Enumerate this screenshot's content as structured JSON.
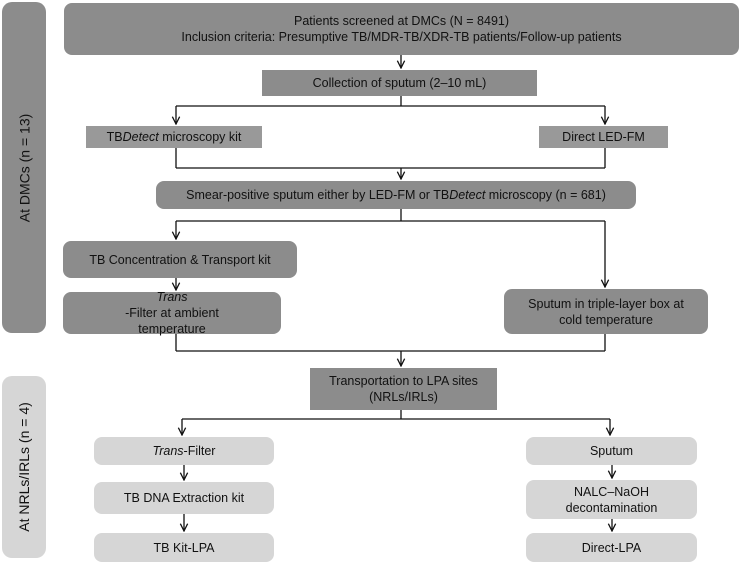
{
  "side_labels": {
    "dmcs": "At DMCs (n = 13)",
    "nrls": "At NRLs/IRLs (n = 4)"
  },
  "nodes": {
    "screened_line1": "Patients screened at DMCs (N = 8491)",
    "screened_line2": "Inclusion criteria: Presumptive TB/MDR-TB/XDR-TB patients/Follow-up patients",
    "collection": "Collection of sputum (2–10 mL)",
    "tbdetect_pre": "TB",
    "tbdetect_em": "Detect",
    "tbdetect_post": " microscopy kit",
    "led_fm": "Direct LED-FM",
    "smear_pre": "Smear-positive sputum either by LED-FM or TB",
    "smear_em": "Detect",
    "smear_post": " microscopy (n = 681)",
    "concentration": "TB Concentration & Transport kit",
    "transfilter_em": "Trans",
    "transfilter_line1_post": "-Filter at ambient",
    "transfilter_line2": "temperature",
    "sputum_box_line1": "Sputum  in triple-layer box at",
    "sputum_box_line2": "cold temperature",
    "transport_line1": "Transportation to LPA sites",
    "transport_line2": "(NRLs/IRLs)",
    "left_transfilter_em": "Trans",
    "left_transfilter_post": "-Filter",
    "dna_extraction": "TB DNA Extraction kit",
    "kit_lpa": "TB Kit-LPA",
    "right_sputum": "Sputum",
    "nalc_line1": "NALC–NaOH",
    "nalc_line2": "decontamination",
    "direct_lpa": "Direct-LPA"
  }
}
